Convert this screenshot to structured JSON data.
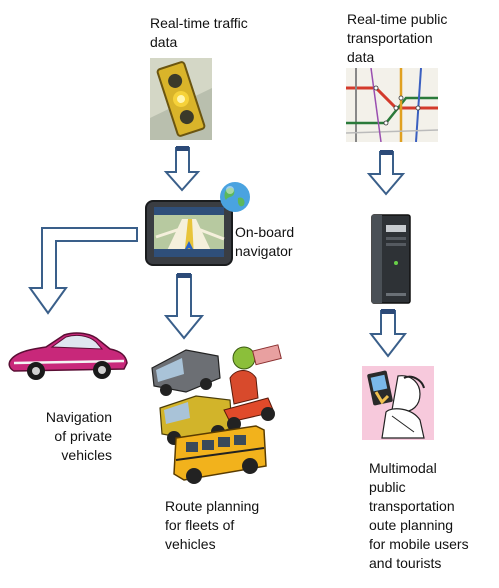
{
  "labels": {
    "traffic_data": "Real-time traffic\ndata",
    "public_transport_data": "Real-time public\ntransportation\ndata",
    "onboard_navigator": "On-board\nnavigator",
    "navigation_private": "Navigation\nof private\nvehicles",
    "route_planning_fleets": "Route planning\nfor fleets of\nvehicles",
    "multimodal_planning": "Multimodal\npublic\ntransportation\noute planning\nfor mobile users\nand tourists"
  },
  "colors": {
    "arrow_stroke": "#3a5f8a",
    "arrow_fill": "#ffffff",
    "arrow_band": "#2c4a78"
  },
  "icons": [
    "traffic-light-icon",
    "transit-map-icon",
    "gps-navigator-icon",
    "globe-icon",
    "server-icon",
    "private-car-icon",
    "fleet-vehicles-icon",
    "mobile-user-icon"
  ]
}
